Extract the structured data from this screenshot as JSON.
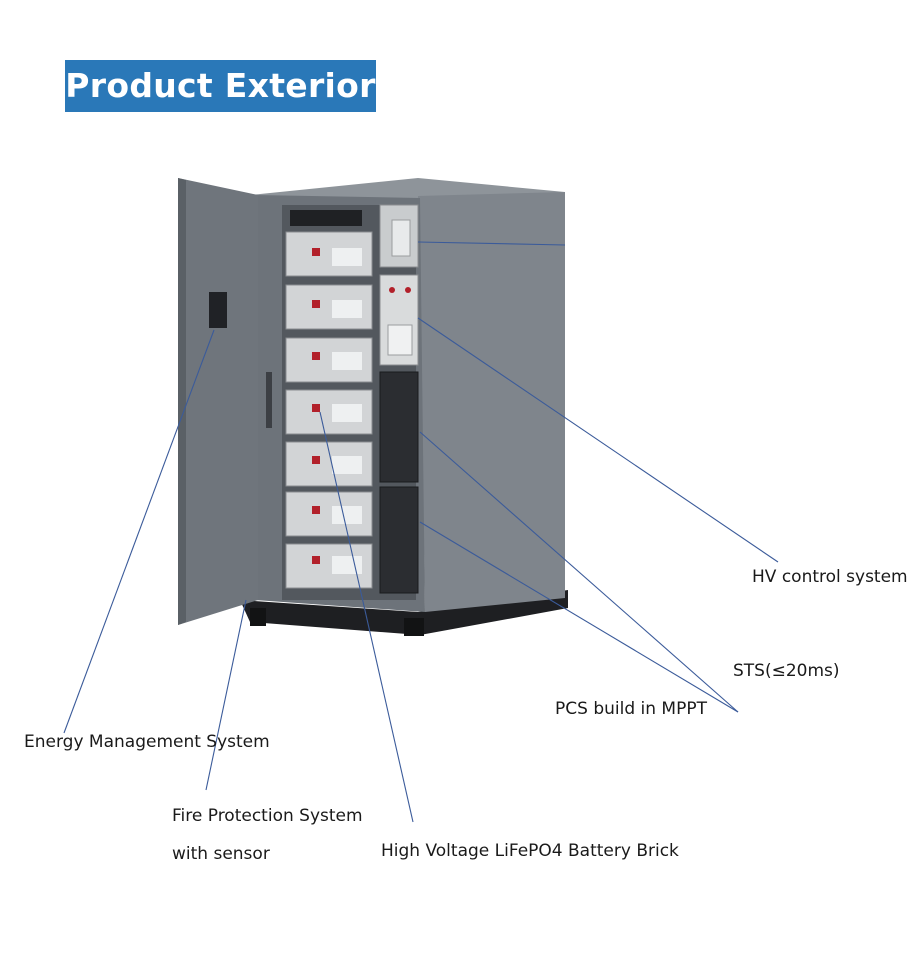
{
  "title": "Product Exterior",
  "labels": {
    "hv_control": "HV control system",
    "sts": "STS(≤20ms)",
    "pcs": "PCS build in MPPT",
    "ems": "Energy Management System",
    "fire_line1": "Fire Protection System",
    "fire_line2": "with sensor",
    "battery": "High Voltage LiFePO4 Battery Brick"
  },
  "colors": {
    "title_bg": "#2a78b8",
    "leader_line": "#3b5b9a",
    "cabinet": "#7e848b"
  }
}
